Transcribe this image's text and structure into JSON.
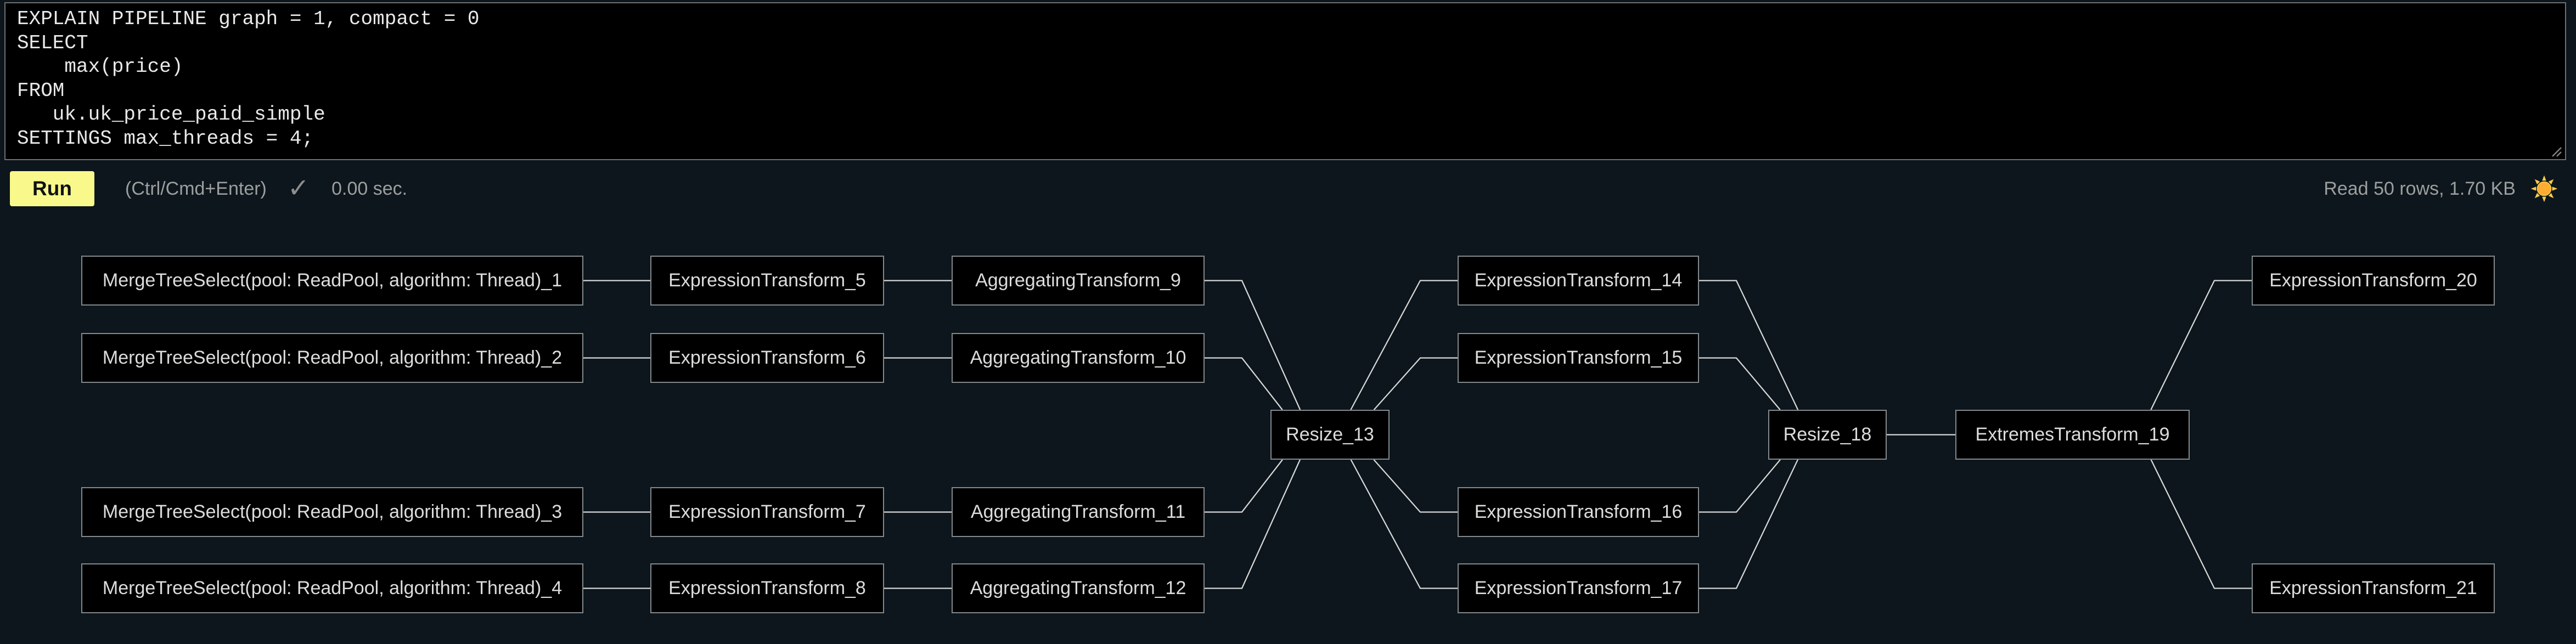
{
  "editor": {
    "sql_lines": [
      "EXPLAIN PIPELINE graph = 1, compact = 0",
      "SELECT",
      "    max(price)",
      "FROM",
      "   uk.uk_price_paid_simple",
      "SETTINGS max_threads = 4;"
    ]
  },
  "toolbar": {
    "run_label": "Run",
    "shortcut_hint": "(Ctrl/Cmd+Enter)",
    "check_icon": "✓",
    "elapsed": "0.00 sec.",
    "stats": "Read 50 rows, 1.70 KB",
    "theme_toggle_icon": "☀️"
  },
  "colors": {
    "page_bg": "#0c161c",
    "editor_bg": "#000000",
    "editor_border": "#6f6f6f",
    "node_bg": "#000000",
    "node_border": "#83898d",
    "node_text": "#dcdcdc",
    "edge": "#d8d8d8",
    "run_bg": "#f9f98b",
    "muted_text": "#9e9e9e",
    "sun": "#ffb531"
  },
  "pipeline": {
    "nodes": [
      {
        "id": "n1",
        "label": "MergeTreeSelect(pool: ReadPool, algorithm: Thread)_1",
        "col": "mts",
        "row": "r1"
      },
      {
        "id": "n2",
        "label": "MergeTreeSelect(pool: ReadPool, algorithm: Thread)_2",
        "col": "mts",
        "row": "r2"
      },
      {
        "id": "n3",
        "label": "MergeTreeSelect(pool: ReadPool, algorithm: Thread)_3",
        "col": "mts",
        "row": "r3"
      },
      {
        "id": "n4",
        "label": "MergeTreeSelect(pool: ReadPool, algorithm: Thread)_4",
        "col": "mts",
        "row": "r4"
      },
      {
        "id": "n5",
        "label": "ExpressionTransform_5",
        "col": "et1",
        "row": "r1"
      },
      {
        "id": "n6",
        "label": "ExpressionTransform_6",
        "col": "et1",
        "row": "r2"
      },
      {
        "id": "n7",
        "label": "ExpressionTransform_7",
        "col": "et1",
        "row": "r3"
      },
      {
        "id": "n8",
        "label": "ExpressionTransform_8",
        "col": "et1",
        "row": "r4"
      },
      {
        "id": "n9",
        "label": "AggregatingTransform_9",
        "col": "agg",
        "row": "r1"
      },
      {
        "id": "n10",
        "label": "AggregatingTransform_10",
        "col": "agg",
        "row": "r2"
      },
      {
        "id": "n11",
        "label": "AggregatingTransform_11",
        "col": "agg",
        "row": "r3"
      },
      {
        "id": "n12",
        "label": "AggregatingTransform_12",
        "col": "agg",
        "row": "r4"
      },
      {
        "id": "n13",
        "label": "Resize_13",
        "col": "rs1",
        "row": "mid"
      },
      {
        "id": "n14",
        "label": "ExpressionTransform_14",
        "col": "et2",
        "row": "r1"
      },
      {
        "id": "n15",
        "label": "ExpressionTransform_15",
        "col": "et2",
        "row": "r2"
      },
      {
        "id": "n16",
        "label": "ExpressionTransform_16",
        "col": "et2",
        "row": "r3"
      },
      {
        "id": "n17",
        "label": "ExpressionTransform_17",
        "col": "et2",
        "row": "r4"
      },
      {
        "id": "n18",
        "label": "Resize_18",
        "col": "rs2",
        "row": "mid"
      },
      {
        "id": "n19",
        "label": "ExtremesTransform_19",
        "col": "ext",
        "row": "mid"
      },
      {
        "id": "n20",
        "label": "ExpressionTransform_20",
        "col": "et3",
        "row": "r1"
      },
      {
        "id": "n21",
        "label": "ExpressionTransform_21",
        "col": "et3",
        "row": "r4"
      }
    ],
    "edges": [
      [
        "n1",
        "n5"
      ],
      [
        "n2",
        "n6"
      ],
      [
        "n3",
        "n7"
      ],
      [
        "n4",
        "n8"
      ],
      [
        "n5",
        "n9"
      ],
      [
        "n6",
        "n10"
      ],
      [
        "n7",
        "n11"
      ],
      [
        "n8",
        "n12"
      ],
      [
        "n9",
        "n13"
      ],
      [
        "n10",
        "n13"
      ],
      [
        "n11",
        "n13"
      ],
      [
        "n12",
        "n13"
      ],
      [
        "n13",
        "n14"
      ],
      [
        "n13",
        "n15"
      ],
      [
        "n13",
        "n16"
      ],
      [
        "n13",
        "n17"
      ],
      [
        "n14",
        "n18"
      ],
      [
        "n15",
        "n18"
      ],
      [
        "n16",
        "n18"
      ],
      [
        "n17",
        "n18"
      ],
      [
        "n18",
        "n19"
      ],
      [
        "n19",
        "n20"
      ],
      [
        "n19",
        "n21"
      ]
    ]
  }
}
